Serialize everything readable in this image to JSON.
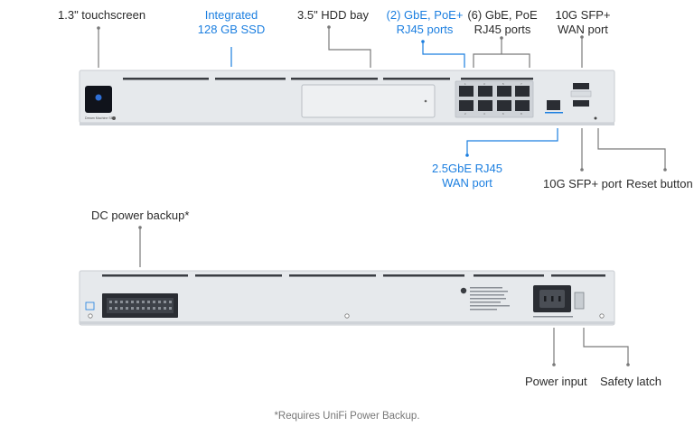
{
  "colors": {
    "label_text": "#2b2b2b",
    "accent_blue": "#1c7fe0",
    "leader_gray": "#7a7a7a",
    "device_body": "#e4e7eb",
    "device_panel": "#d5d9de"
  },
  "front_labels": {
    "touchscreen": [
      "1.3\" touchscreen"
    ],
    "ssd": [
      "Integrated",
      "128 GB SSD"
    ],
    "hdd_bay": [
      "3.5\" HDD bay"
    ],
    "poe_ports": [
      "(2) GbE, PoE+",
      "RJ45 ports"
    ],
    "gbe_ports": [
      "(6) GbE, PoE",
      "RJ45 ports"
    ],
    "sfp_wan": [
      "10G SFP+",
      "WAN port"
    ],
    "rj45_wan": [
      "2.5GbE RJ45",
      "WAN port"
    ],
    "sfp_port": [
      "10G SFP+ port"
    ],
    "reset_button": [
      "Reset button"
    ]
  },
  "rear_labels": {
    "dc_backup": [
      "DC power backup*"
    ],
    "power_input": [
      "Power input"
    ],
    "safety_latch": [
      "Safety latch"
    ]
  },
  "device_text": {
    "front_model": "Dream Machine SE",
    "port_numbers": [
      "1",
      "3",
      "5",
      "7",
      "2",
      "4",
      "6",
      "8"
    ]
  },
  "footnote": "*Requires UniFi Power Backup."
}
